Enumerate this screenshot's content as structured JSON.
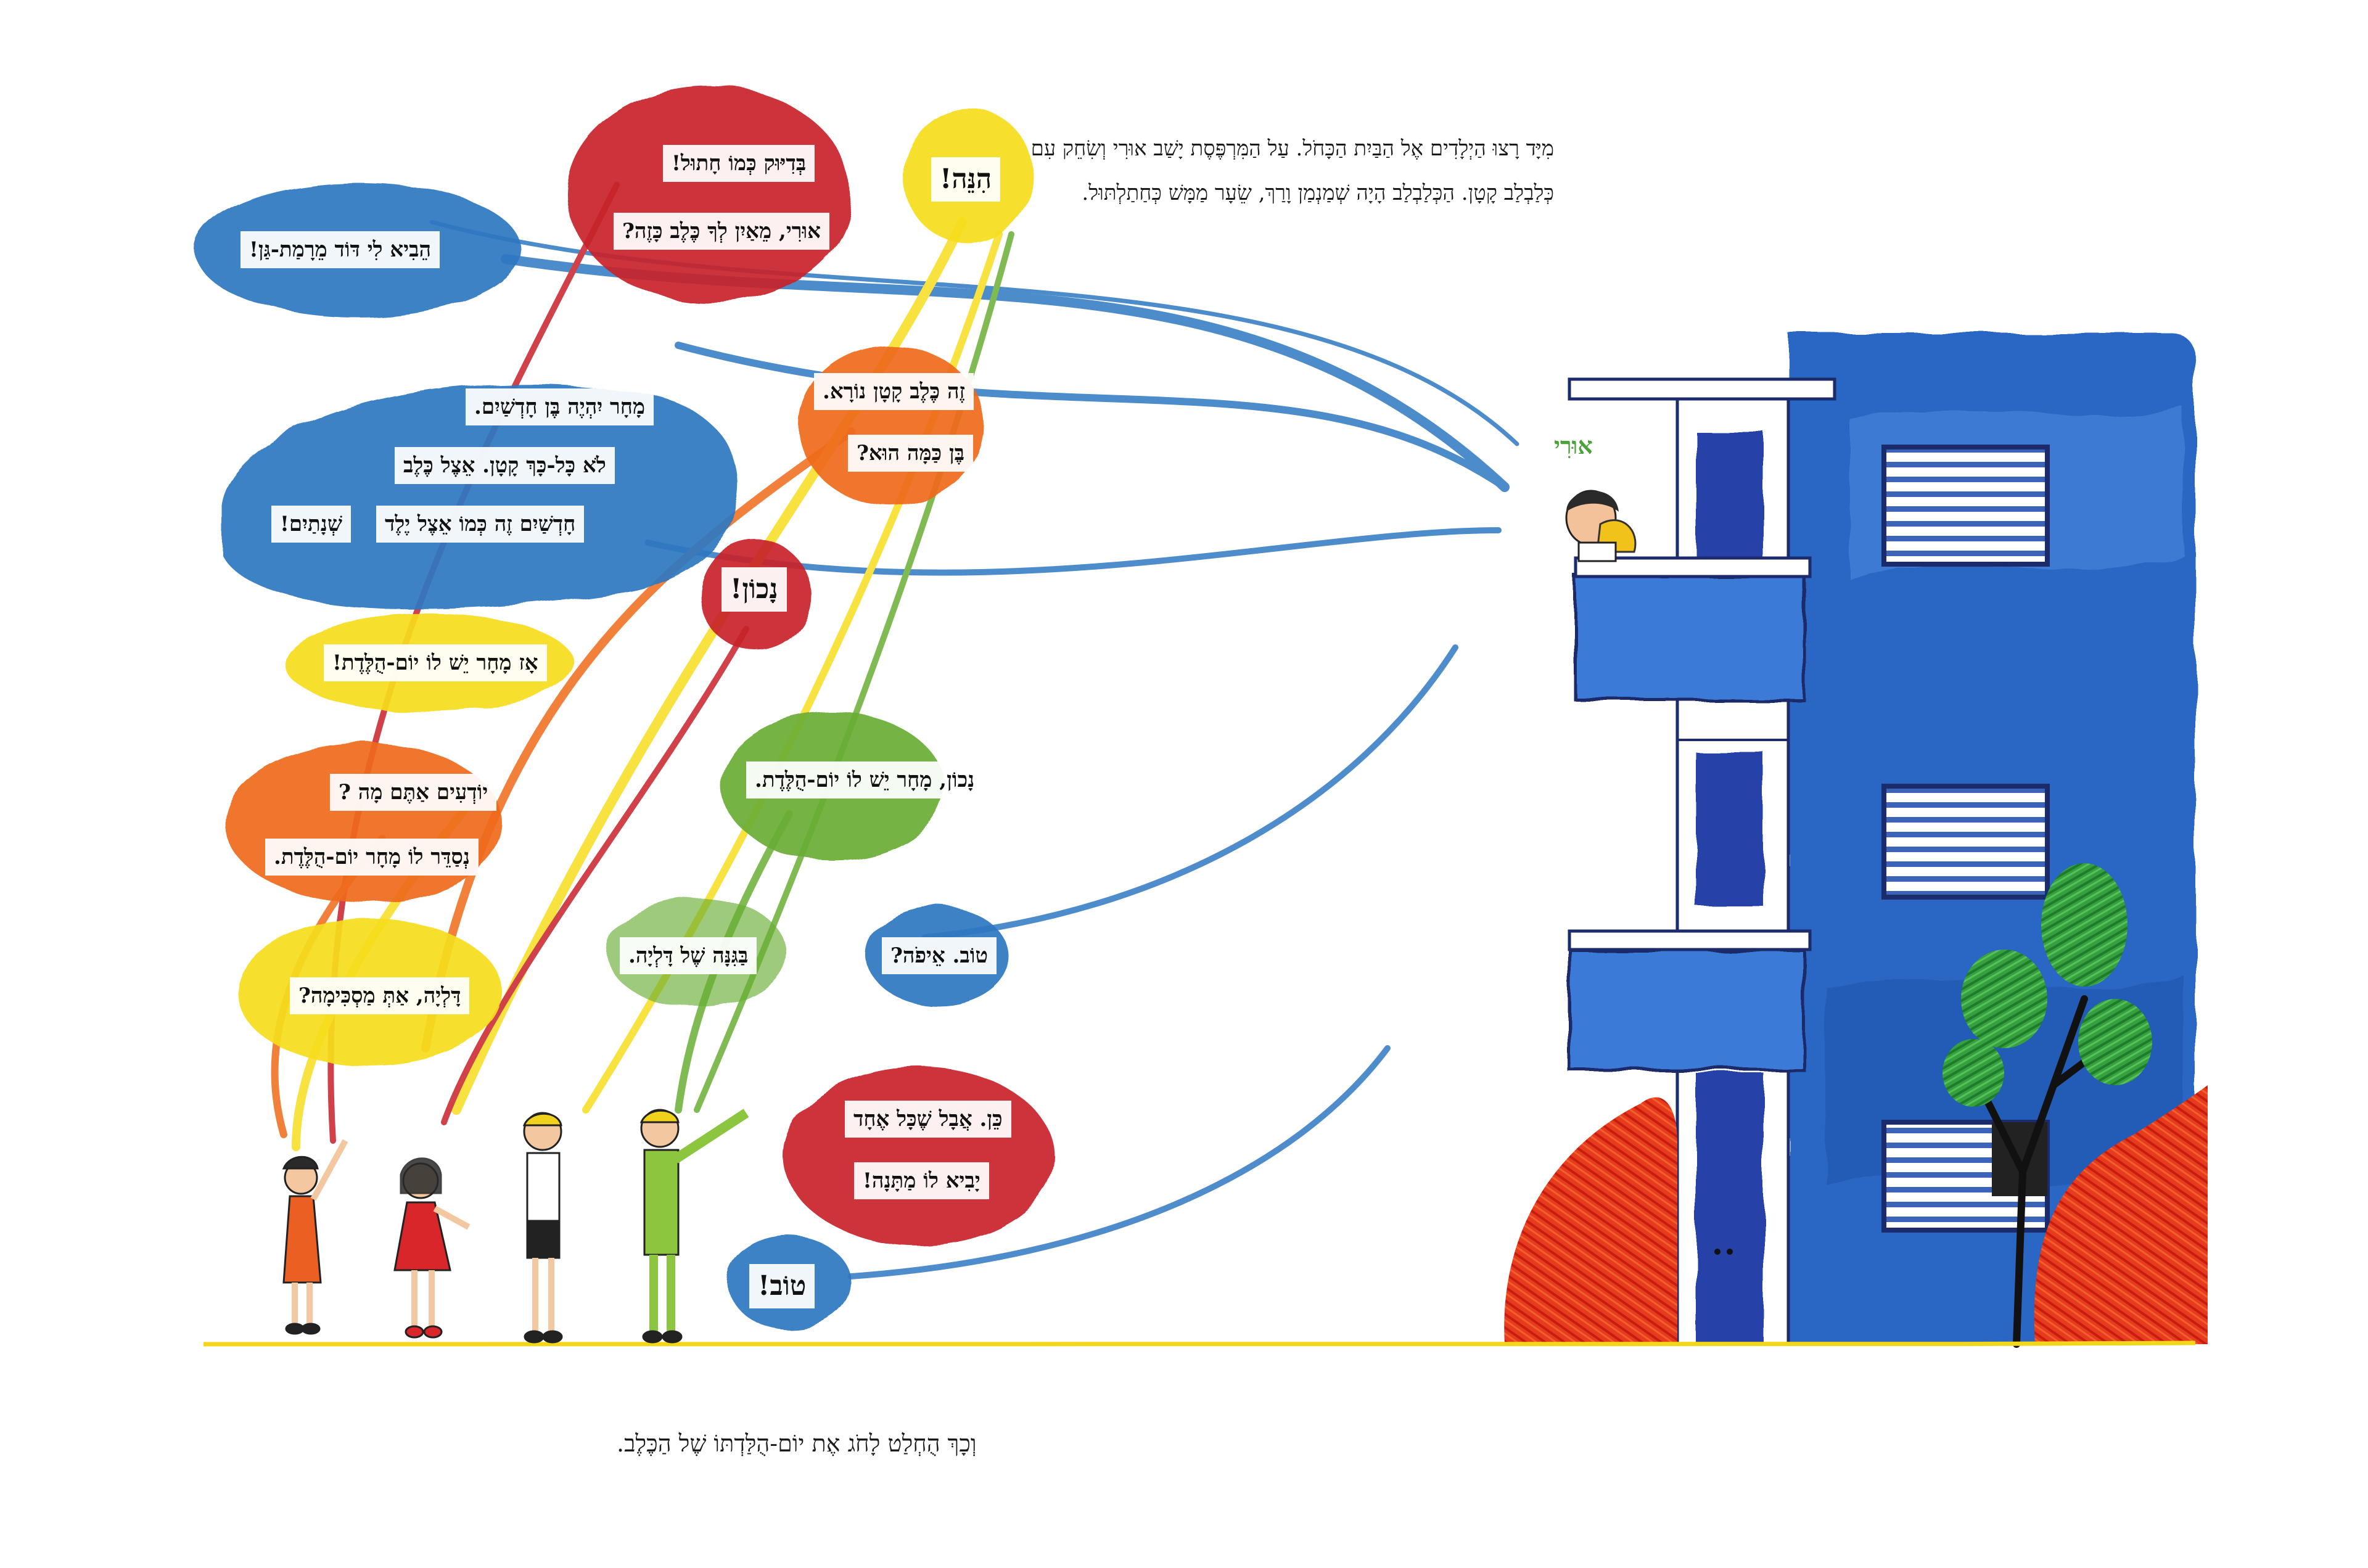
{
  "narration": {
    "top_line_1": "מִיָּד רָצוּ הַיְלָדִים אֶל הַבַּיִת הַכָּחֹל. עַל הַמִּרְפֶּסֶת יָשַׁב אוּרִי וְשִׂחֵק עִם",
    "top_line_2": "כְּלַבְלַב קָטָן. הַכְּלַבְלַב הָיָה שְׁמַנְמַן וָרַךְ, שֵׂעָר מַמָּשׁ כְּחַתַלְתּוּל.",
    "bottom": "וְכָךְ הֻחְלַט לָחֹג אֶת יוֹם-הֻלַּדְתּוֹ שֶׁל הַכֶּלֶב."
  },
  "character_name": "אוּרִי",
  "bubbles": {
    "uncle": "הֵבִיא לִי דּוֹד מֵרָמַת-גַּן!",
    "exactly": "בְּדִיּוּק כְּמוֹ חָתוּל!",
    "where_from": "אוּרִי, מֵאַיִן לְךָ כֶּלֶב כָּזֶה?",
    "here": "הִנֵּה!",
    "tiny_dog": "זֶה כֶּלֶב קָטָן נוֹרָא.",
    "how_old": "בֶּן כַּמָּה הוּא?",
    "months_1": "מָחָר יִהְיֶה בֶּן חָדְשַׁיִם.",
    "months_2": "לֹא כָּל-כָּךְ קָטָן. אֵצֶל כֶּלֶב",
    "months_3": "חָדְשַׁיִם זֶה כְּמוֹ אֵצֶל יֶלֶד",
    "months_3b": "שְׁנָתַיִם!",
    "right_red": "נָכוֹן!",
    "birthday": "אָז מָחָר יֵשׁ לוֹ יוֹם-הֻלֶּדֶת!",
    "right_green": "נָכוֹן, מָחָר יֵשׁ לוֹ יוֹם-הֻלֶּדֶת.",
    "know_what": "יוֹדְעִים אַתֶּם מָה ?",
    "arrange": "נְסַדֵּר לוֹ מָחָר יוֹם-הֻלֶּדֶת.",
    "good_where": "טוֹב. אֵיפֹה?",
    "garden": "בַּגִּנָּה שֶׁל דָּלְיָה.",
    "dalia_agree": "דָּלְיָה, אַתְּ מַסְכִּימָה?",
    "yes_but_1": "כֵּן. אֲבָל שֶׁכָּל אֶחָד",
    "yes_but_2": "יָבִיא לוֹ מַתָּנָה!",
    "good": "טוֹב!"
  },
  "colors": {
    "building_blue": "#2a66c4",
    "bubble_blue": "#2f78c2",
    "bubble_red": "#c8202a",
    "bubble_orange": "#ef6b1a",
    "bubble_yellow": "#f6de1e",
    "bubble_green": "#6aae34",
    "bush_red": "#e6341a",
    "tree_green": "#2e9a3a",
    "name_green": "#4aa23a"
  }
}
